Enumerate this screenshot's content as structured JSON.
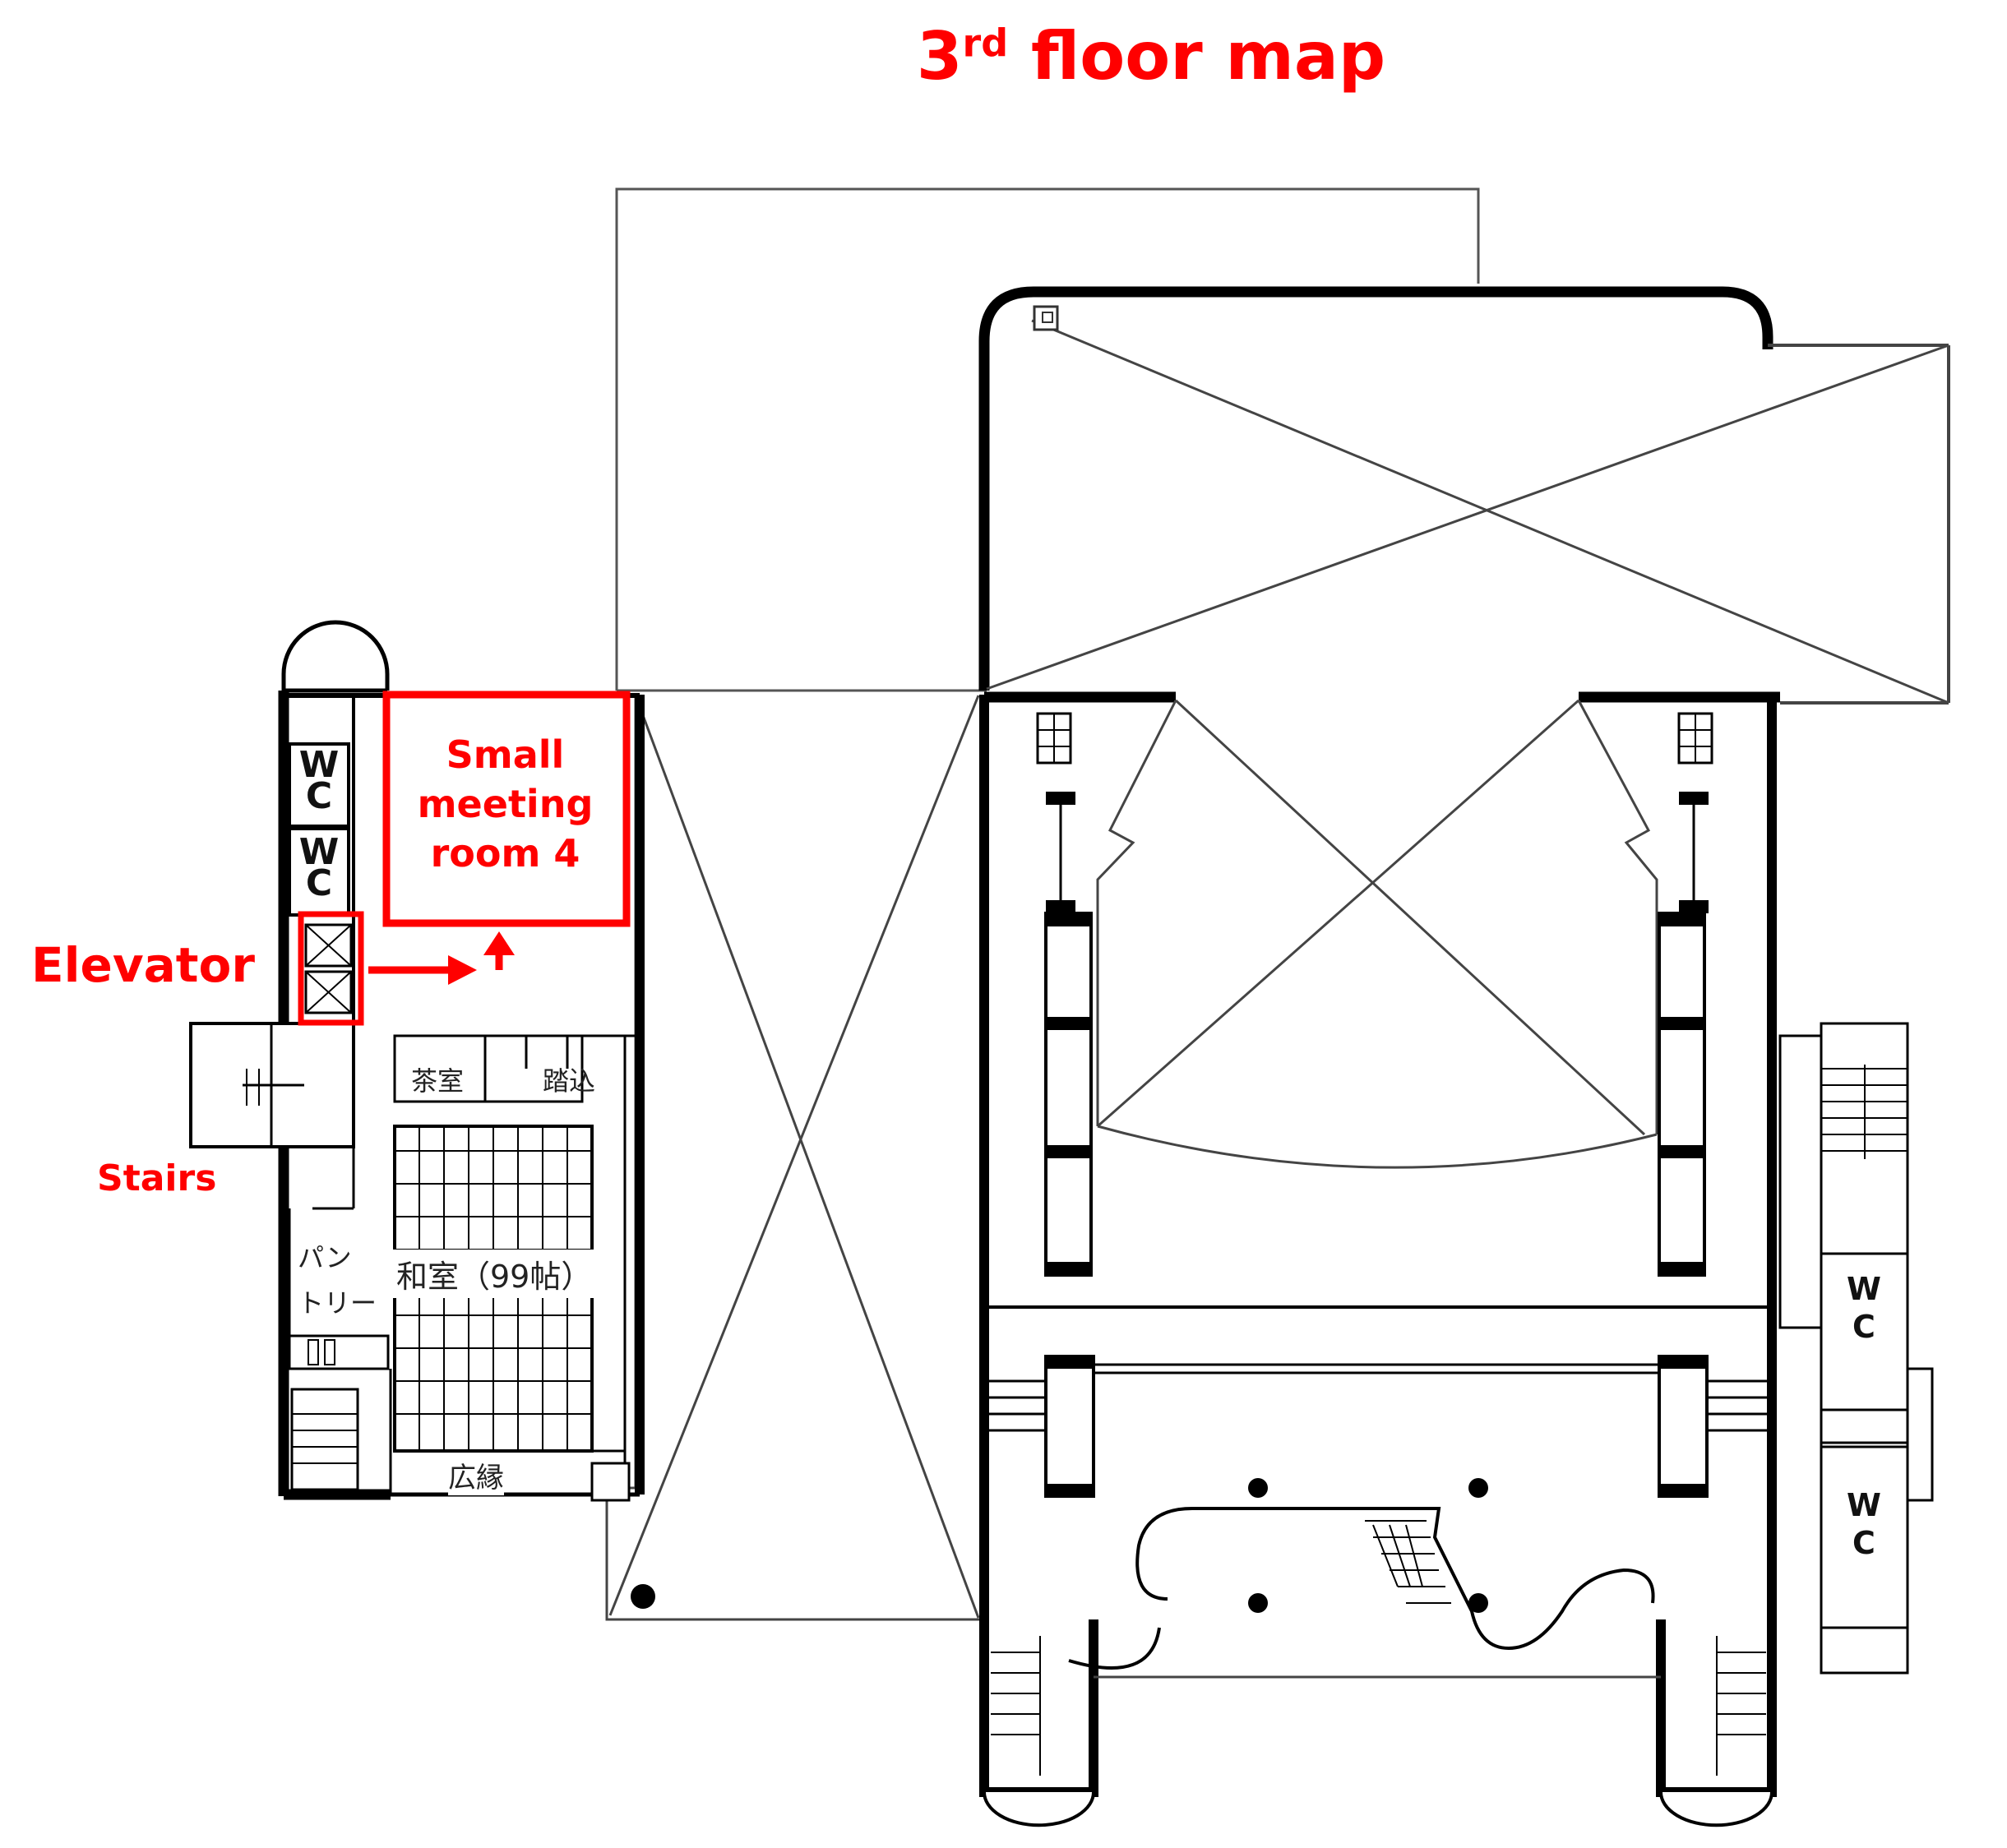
{
  "title": {
    "main": "3",
    "sup": "rd",
    "rest": " floor map"
  },
  "rooms": {
    "small_meeting_room": [
      "Small",
      "meeting",
      "room 4"
    ]
  },
  "annotations": {
    "elevator": "Elevator",
    "stairs": "Stairs"
  },
  "wc_label": [
    "W",
    "C"
  ],
  "japanese_labels": {
    "tea_room": "茶室",
    "tsumekomi": "踏込",
    "pantry_line1": "パン",
    "pantry_line2": "トリー",
    "washitsu": "和室（99帖）",
    "hiroen": "広縁"
  },
  "colors": {
    "highlight": "#ff0000",
    "walls": "#000000",
    "lines": "#444444"
  }
}
